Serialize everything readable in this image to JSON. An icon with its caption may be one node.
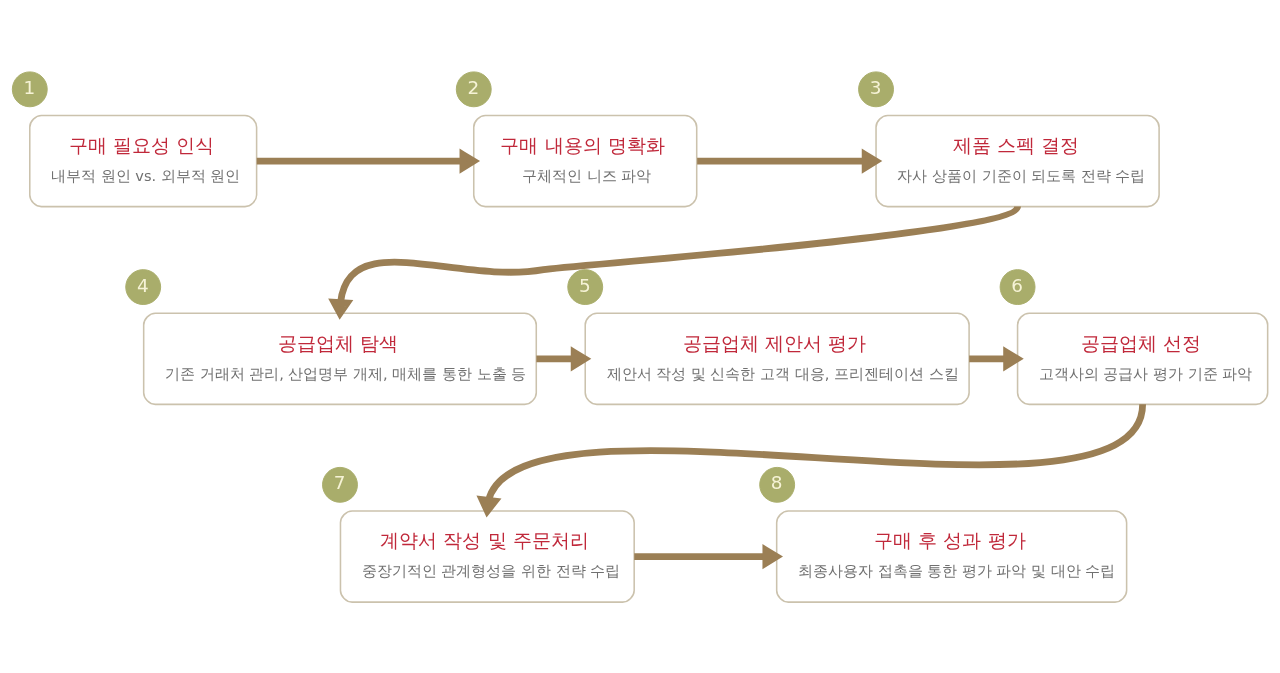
{
  "diagram": {
    "nodes": [
      {
        "text": [
          "1"
        ]
      },
      {
        "text": [
          "구매 필요성 인식",
          "내부적 원인 vs. 외부적 원인"
        ]
      },
      {
        "text": [
          "2"
        ]
      },
      {
        "text": [
          "구매 내용의 명확화",
          "구체적인 니즈 파악"
        ]
      },
      {
        "text": [
          "3"
        ]
      },
      {
        "text": [
          "제품 스펙 결정",
          "자사 상품이 기준이 되도록 전략 수립"
        ]
      },
      {
        "text": [
          "4"
        ]
      },
      {
        "text": [
          "공급업체 탐색",
          "기존 거래처 관리, 산업명부 개제, 매체를 통한 노출 등"
        ]
      },
      {
        "text": [
          "5"
        ]
      },
      {
        "text": [
          "공급업체 제안서 평가",
          "제안서 작성 및 신속한 고객 대응, 프리젠테이션 스킬"
        ]
      },
      {
        "text": [
          "6"
        ]
      },
      {
        "text": [
          "공급업체 선정",
          "고객사의 공급사 평가 기준 파악"
        ]
      },
      {
        "text": [
          "7"
        ]
      },
      {
        "text": [
          "계약서 작성 및 주문처리",
          "중장기적인 관계형성을 위한 전략 수립"
        ]
      },
      {
        "text": [
          "8"
        ]
      },
      {
        "text": [
          "구매 후 성과 평가",
          "최종사용자 접촉을 통한 평가 파악 및 대안 수립"
        ]
      }
    ],
    "edges": [
      {
        "from": 1,
        "to": 3,
        "arrow": "to"
      },
      {
        "from": 3,
        "to": 5,
        "arrow": "to"
      },
      {
        "from": 5,
        "to": 7,
        "arrow": "to"
      },
      {
        "from": 7,
        "to": 9,
        "arrow": "to"
      },
      {
        "from": 9,
        "to": 11,
        "arrow": "to"
      },
      {
        "from": 11,
        "to": 13,
        "arrow": "to"
      },
      {
        "from": 13,
        "to": 15,
        "arrow": "to"
      }
    ]
  }
}
